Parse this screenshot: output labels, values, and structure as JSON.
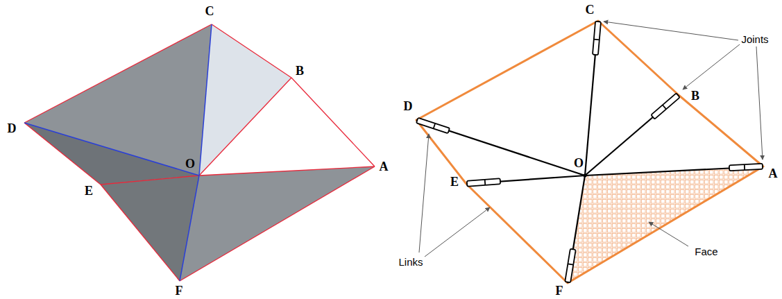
{
  "diagram": {
    "labels": [
      "C",
      "B",
      "D",
      "O",
      "A",
      "E",
      "F",
      "C",
      "B",
      "D",
      "O",
      "E",
      "A",
      "F",
      "Joints",
      "Links",
      "Face"
    ]
  }
}
